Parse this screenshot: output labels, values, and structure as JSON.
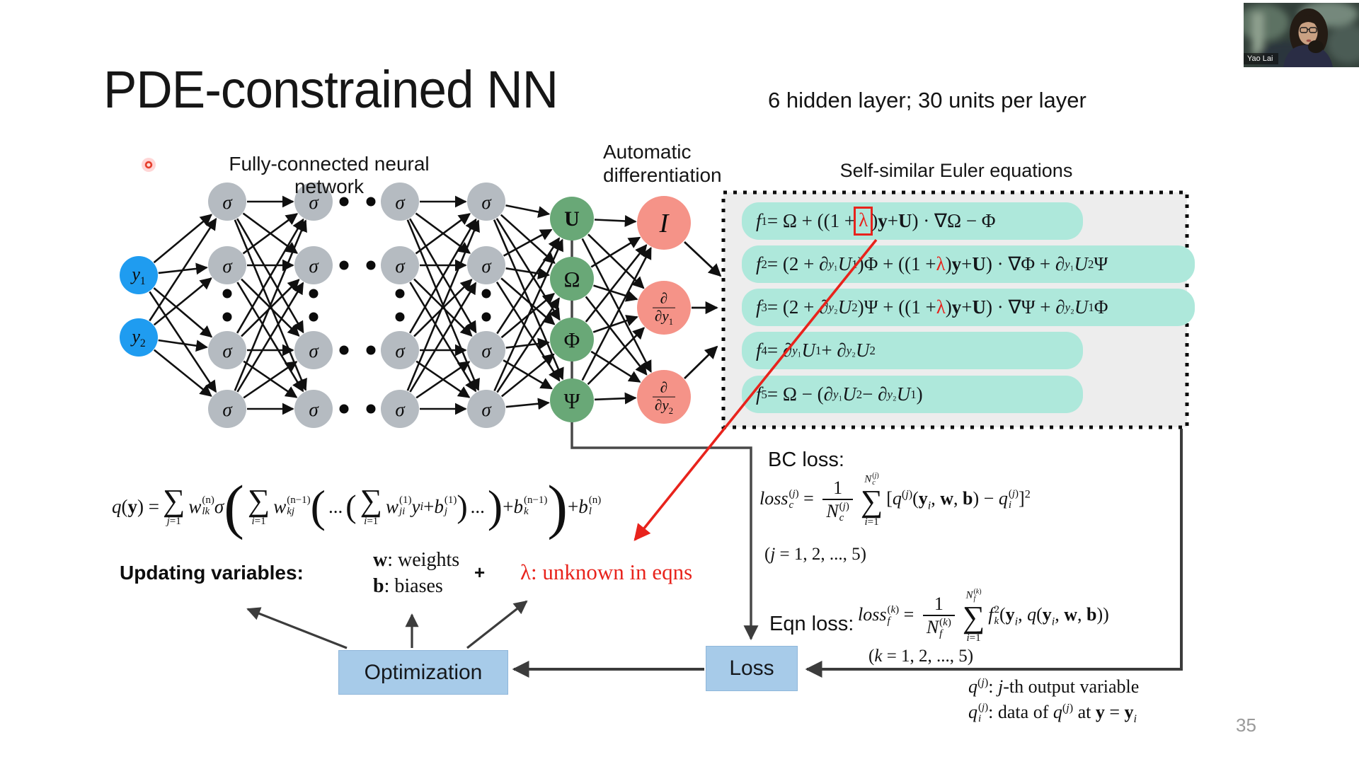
{
  "colors": {
    "red": "#e8231c",
    "node_blue": "#1f9cf0",
    "node_gray": "#b5bbc1",
    "node_green": "#69a877",
    "node_pink": "#f59388",
    "pill_teal": "#aee8db",
    "euler_box_bg": "#ededed",
    "box_blue": "#a7cbe9",
    "arrow_dark": "#3c3c3c",
    "arrow_black": "#101010"
  },
  "slide": {
    "title": "PDE-constrained NN",
    "subtitle": "6 hidden layer; 30 units per layer",
    "page_number": "35"
  },
  "webcam": {
    "name": "Yao Lai"
  },
  "network": {
    "label": "Fully-connected neural network",
    "inputs": [
      "<i>y</i><sub>1</sub>",
      "<i>y</i><sub>2</sub>"
    ],
    "sigma": "σ",
    "outputs": [
      "U",
      "Ω",
      "Φ",
      "Ψ"
    ]
  },
  "autodiff": {
    "label_line1": "Automatic",
    "label_line2": "differentiation",
    "identity_node": "I",
    "deriv_nodes": [
      {
        "num": "∂",
        "den": "∂<i>y</i><sub>1</sub>"
      },
      {
        "num": "∂",
        "den": "∂<i>y</i><sub>2</sub>"
      }
    ]
  },
  "euler": {
    "label": "Self-similar Euler equations",
    "equations": [
      "<i>f</i><sub>1</sub> = Ω + ((1 + <span class='lambox'><span class='red'>λ</span></span>)<b>y</b> + <b>U</b>) · ∇Ω − Φ",
      "<i>f</i><sub>2</sub> = (2 + ∂<sub><i>y</i>₁</sub><i>U</i><sub>1</sub>)Φ + ((1 + <span class='red'>λ</span>)<b>y</b> + <b>U</b>) · ∇Φ + ∂<sub><i>y</i>₁</sub><i>U</i><sub>2</sub>Ψ",
      "<i>f</i><sub>3</sub> = (2 + ∂<sub><i>y</i>₂</sub><i>U</i><sub>2</sub>)Ψ + ((1 + <span class='red'>λ</span>)<b>y</b> + <b>U</b>) · ∇Ψ + ∂<sub><i>y</i>₂</sub><i>U</i><sub>1</sub>Φ",
      "<i>f</i><sub>4</sub> = ∂<sub><i>y</i>₁</sub><i>U</i><sub>1</sub> + ∂<sub><i>y</i>₂</sub><i>U</i><sub>2</sub>",
      "<i>f</i><sub>5</sub> = Ω − (∂<sub><i>y</i>₁</sub><i>U</i><sub>2</sub> − ∂<sub><i>y</i>₂</sub><i>U</i><sub>1</sub>)"
    ]
  },
  "q_formula": "<i>q</i>(<b>y</b>) = <span class='sum'><span class='sg'>∑</span><span class='lim'><i>j</i>=1</span></span><i>w</i><span class='ss'><span>(n)</span><span><i>lk</i></span></span><i>σ</i><span class='pp p1'>(</span><span class='sum'><span class='sg'>∑</span><span class='lim'><i>i</i>=1</span></span><i>w</i><span class='ss'><span>(n−1)</span><span><i>kj</i></span></span><span class='pp p2'>(</span><span class='dots'>...</span><span class='pp p3'>(</span><span class='sum'><span class='sg'>∑</span><span class='lim'><i>i</i>=1</span></span><i>w</i><span class='ss'><span>(1)</span><span><i>ji</i></span></span><i>y</i><sub><i>i</i></sub> + <i>b</i><span class='ss'><span>(1)</span><span><i>j</i></span></span><span class='pp p3'>)</span><span class='dots'>...</span><span class='pp p2'>)</span> + <i>b</i><span class='ss'><span>(n−1)</span><span><i>k</i></span></span><span class='pp p1'>)</span> + <i>b</i><span class='ss'><span>(n)</span><span><i>l</i></span></span>",
  "updating": {
    "label": "Updating variables:",
    "w_line": "<b>w</b>:  weights",
    "b_line": "<b>b</b>:  biases",
    "plus": "+",
    "lambda_line": "λ:  unknown in eqns"
  },
  "boxes": {
    "optimization": "Optimization",
    "loss": "Loss"
  },
  "bc_loss": {
    "label": "BC loss:",
    "formula": "<i>loss</i><span class='ss ssm'><span>(<i>j</i>)</span><span><i>c</i></span></span> = <span class='frac'><span>1</span><span class='den'><i>N</i><span class='ss'><span>(<i>j</i>)</span><span><i>c</i></span></span></span></span><span class='sum'><span class='lim'><i>N</i><span class='ss ssxs'><span>(<i>j</i>)</span><span><i>c</i></span></span></span><span class='sg'>∑</span><span class='lim'><i>i</i>=1</span></span>[<i>q</i><sup>(<i>j</i>)</sup>(<b>y</b><sub><i>i</i></sub>, <b>w</b>, <b>b</b>) − <i>q</i><span class='ss ssm'><span>(<i>j</i>)</span><span><i>i</i></span></span>]<sup>2</sup>",
    "range": "(<i>j</i> = 1, 2, ..., 5)"
  },
  "eqn_loss": {
    "label": "Eqn loss:",
    "formula": "<i>loss</i><span class='ss ssm'><span>(<i>k</i>)</span><span><i>f</i></span></span> = <span class='frac'><span>1</span><span class='den'><i>N</i><span class='ss'><span>(<i>k</i>)</span><span><i>f</i></span></span></span></span><span class='sum'><span class='lim'><i>N</i><span class='ss ssxs'><span>(<i>k</i>)</span><span><i>f</i></span></span></span><span class='sg'>∑</span><span class='lim'><i>i</i>=1</span></span><i>f</i><span class='ss ssm'><span>2</span><span><i>k</i></span></span>(<b>y</b><sub><i>i</i></sub>, <i>q</i>(<b>y</b><sub><i>i</i></sub>, <b>w</b>, <b>b</b>))",
    "range": "(<i>k</i> = 1, 2, ..., 5)"
  },
  "notes": {
    "line1": "<i>q</i><sup>(<i>j</i>)</sup>:  <i>j</i>-th output variable",
    "line2": "<i>q</i><span class='ss ssm'><span>(<i>j</i>)</span><span><i>i</i></span></span>:  data of <i>q</i><sup>(<i>j</i>)</sup> at <b>y</b> = <b>y</b><sub><i>i</i></sub>"
  }
}
